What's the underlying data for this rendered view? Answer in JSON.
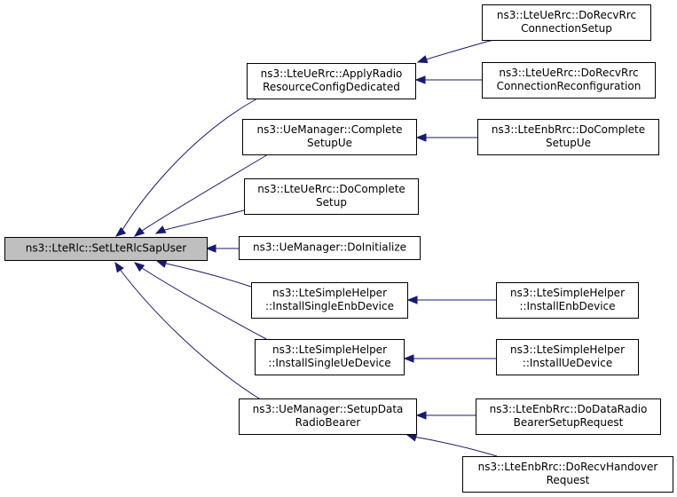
{
  "colors": {
    "edge": "#191970",
    "node_fill": "#ffffff",
    "root_fill": "#bfbfbf",
    "border": "#000000"
  },
  "nodes": {
    "root": [
      "ns3::LteRlc::SetLteRlcSapUser"
    ],
    "apply_radio": [
      "ns3::LteUeRrc::ApplyRadio",
      "ResourceConfigDedicated"
    ],
    "complete_setup_ue": [
      "ns3::UeManager::Complete",
      "SetupUe"
    ],
    "ue_do_complete_setup": [
      "ns3::LteUeRrc::DoComplete",
      "Setup"
    ],
    "ue_manager_do_initialize": [
      "ns3::UeManager::DoInitialize"
    ],
    "install_single_enb": [
      "ns3::LteSimpleHelper",
      "::InstallSingleEnbDevice"
    ],
    "install_single_ue": [
      "ns3::LteSimpleHelper",
      "::InstallSingleUeDevice"
    ],
    "setup_data_radio_bearer": [
      "ns3::UeManager::SetupData",
      "RadioBearer"
    ],
    "do_recv_rrc_setup": [
      "ns3::LteUeRrc::DoRecvRrc",
      "ConnectionSetup"
    ],
    "do_recv_rrc_reconfig": [
      "ns3::LteUeRrc::DoRecvRrc",
      "ConnectionReconfiguration"
    ],
    "enb_do_complete_setup_ue": [
      "ns3::LteEnbRrc::DoComplete",
      "SetupUe"
    ],
    "install_enb_device": [
      "ns3::LteSimpleHelper",
      "::InstallEnbDevice"
    ],
    "install_ue_device": [
      "ns3::LteSimpleHelper",
      "::InstallUeDevice"
    ],
    "do_data_radio_bearer_setup": [
      "ns3::LteEnbRrc::DoDataRadio",
      "BearerSetupRequest"
    ],
    "do_recv_handover": [
      "ns3::LteEnbRrc::DoRecvHandover",
      "Request"
    ]
  },
  "edges": [
    {
      "from": "apply_radio",
      "to": "root"
    },
    {
      "from": "complete_setup_ue",
      "to": "root"
    },
    {
      "from": "ue_do_complete_setup",
      "to": "root"
    },
    {
      "from": "ue_manager_do_initialize",
      "to": "root"
    },
    {
      "from": "install_single_enb",
      "to": "root"
    },
    {
      "from": "install_single_ue",
      "to": "root"
    },
    {
      "from": "setup_data_radio_bearer",
      "to": "root"
    },
    {
      "from": "do_recv_rrc_setup",
      "to": "apply_radio"
    },
    {
      "from": "do_recv_rrc_reconfig",
      "to": "apply_radio"
    },
    {
      "from": "enb_do_complete_setup_ue",
      "to": "complete_setup_ue"
    },
    {
      "from": "install_enb_device",
      "to": "install_single_enb"
    },
    {
      "from": "install_ue_device",
      "to": "install_single_ue"
    },
    {
      "from": "do_data_radio_bearer_setup",
      "to": "setup_data_radio_bearer"
    },
    {
      "from": "do_recv_handover",
      "to": "setup_data_radio_bearer"
    }
  ]
}
